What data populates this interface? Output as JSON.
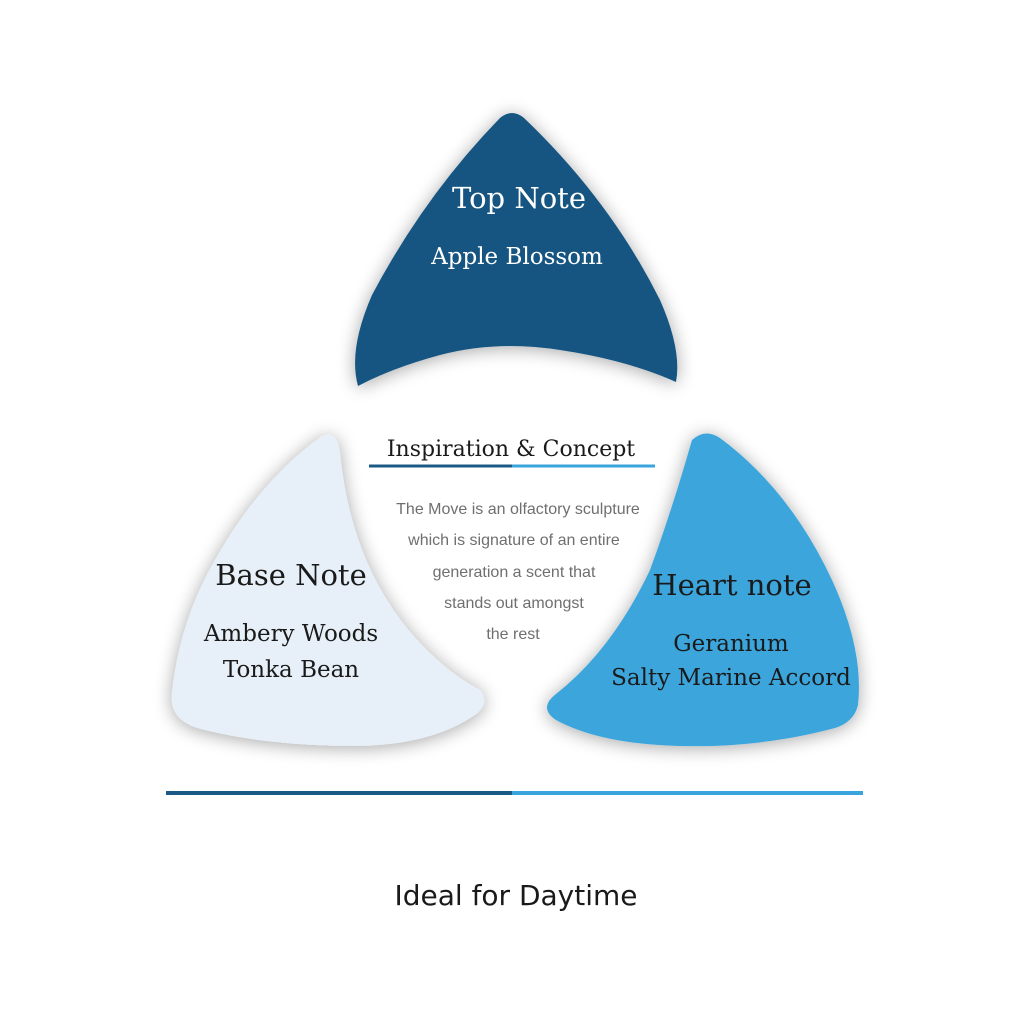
{
  "colors": {
    "top_petal": "#135581",
    "heart_petal": "#3aa5dc",
    "base_petal": "#e7f0f8",
    "text_dark": "#1a1a1a",
    "text_light": "#ffffff",
    "body_text": "#6f6f6f",
    "line_dark": "#1c5a86",
    "line_light": "#3aa5dc"
  },
  "top_note": {
    "title": "Top Note",
    "lines": [
      "Apple Blossom"
    ]
  },
  "heart_note": {
    "title": "Heart note",
    "lines": [
      "Geranium",
      "Salty Marine Accord"
    ]
  },
  "base_note": {
    "title": "Base Note",
    "lines": [
      "Ambery Woods",
      "Tonka Bean"
    ]
  },
  "concept": {
    "title": "Inspiration & Concept",
    "body": [
      "The Move is an olfactory sculpture",
      "which is signature of an entire",
      "generation a scent that",
      "stands out amongst",
      "the rest"
    ]
  },
  "footer": {
    "text": "Ideal for Daytime"
  }
}
